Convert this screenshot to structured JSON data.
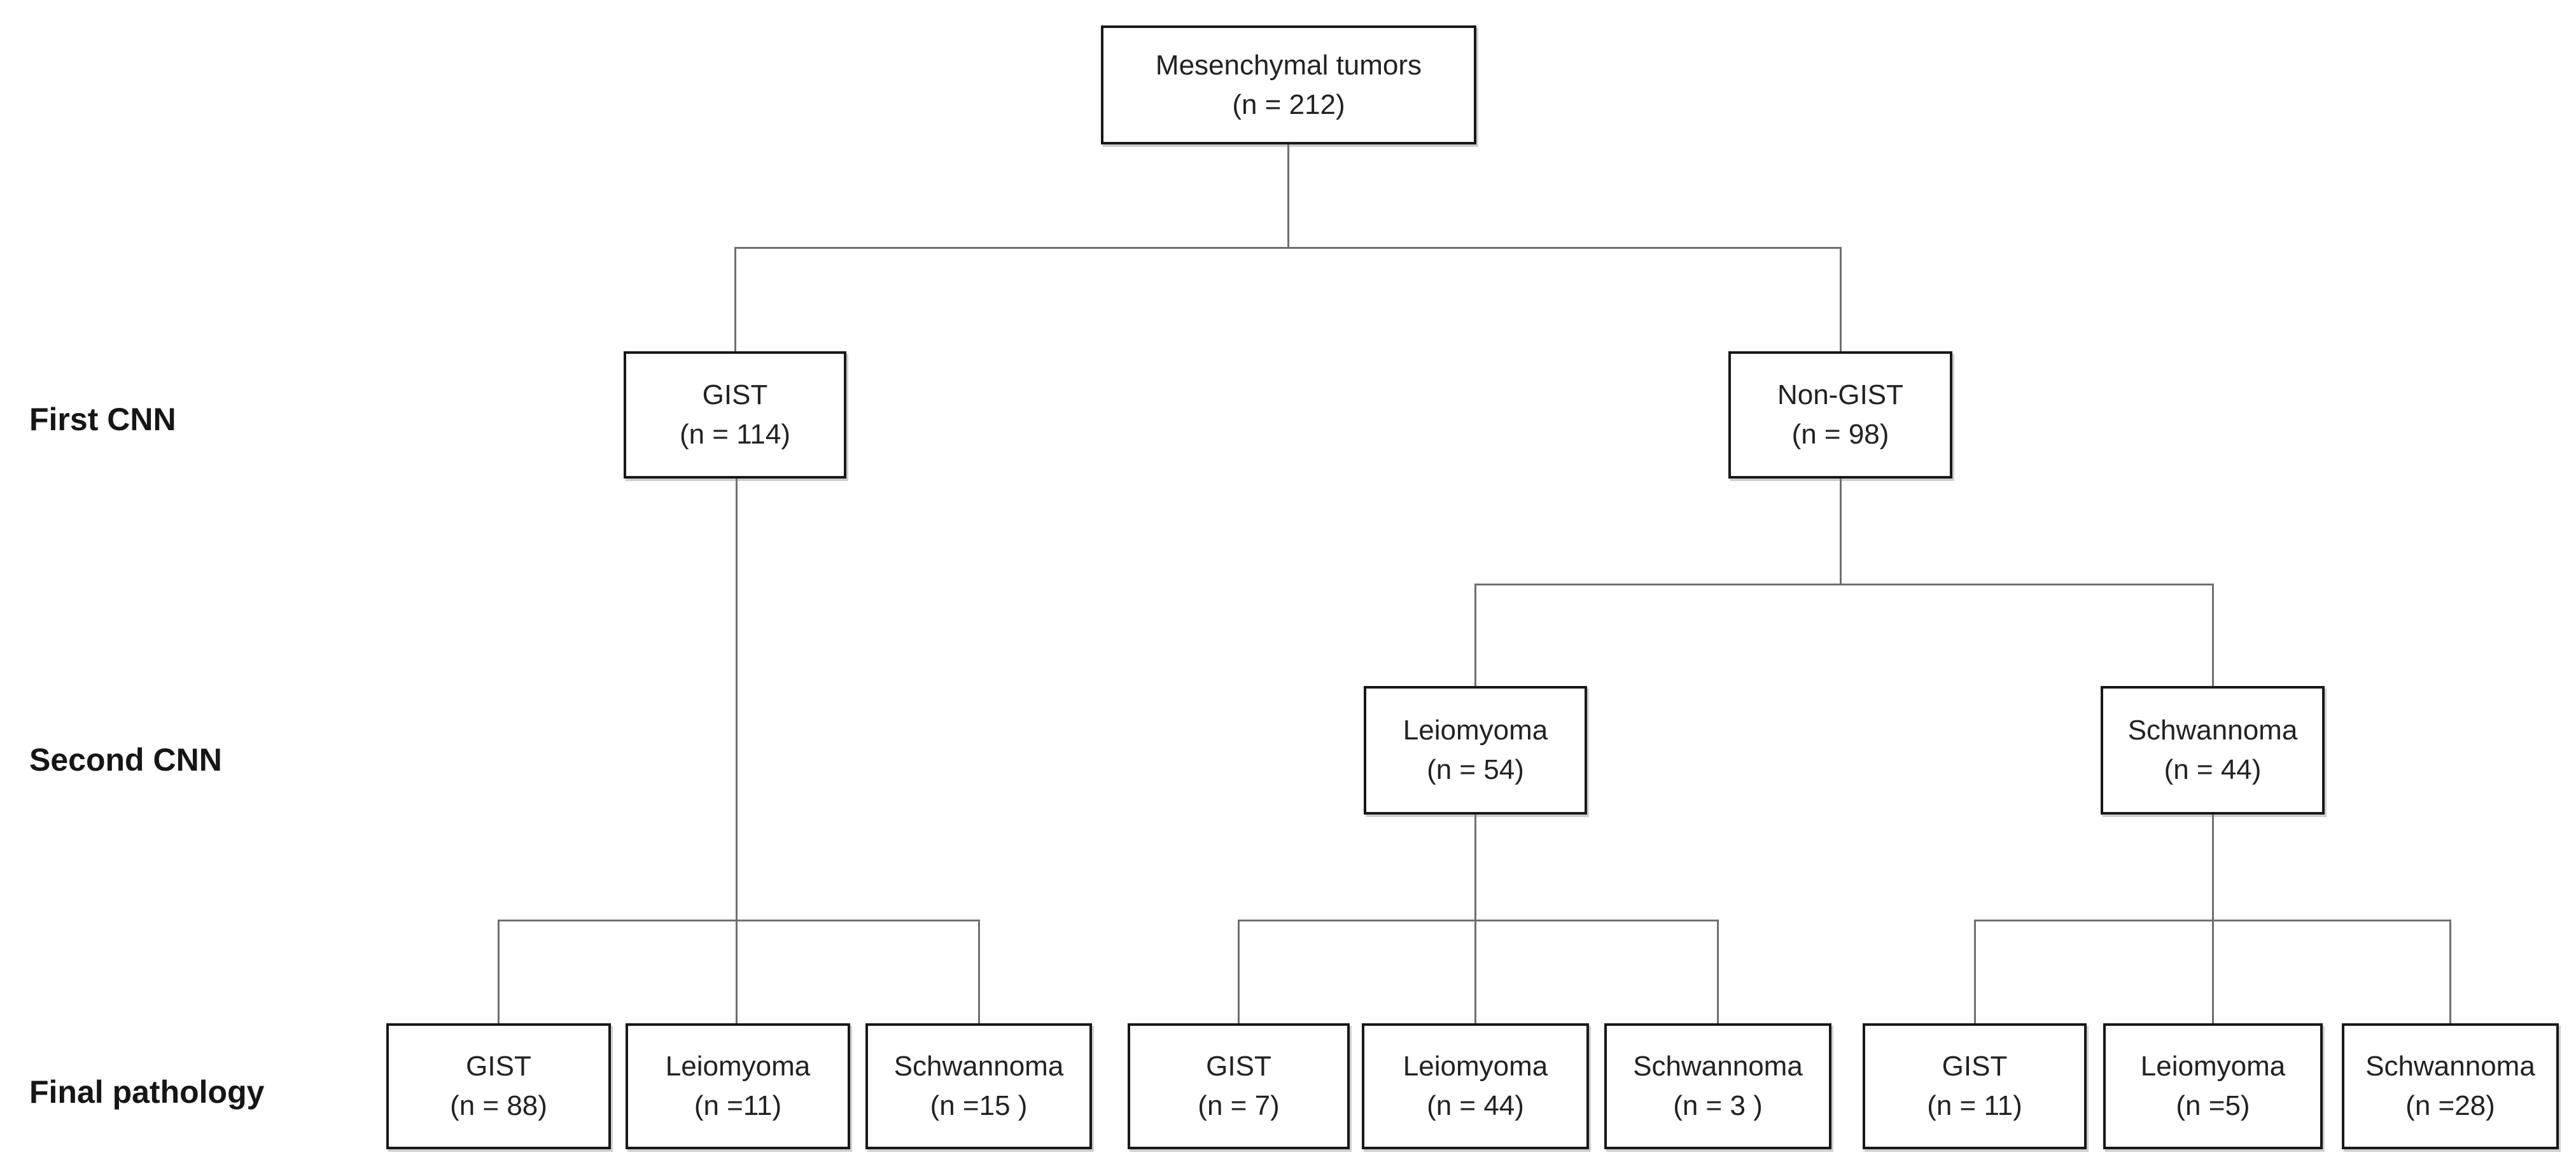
{
  "labels": {
    "first_cnn": "First CNN",
    "second_cnn": "Second CNN",
    "final_pathology": "Final pathology"
  },
  "nodes": {
    "root": {
      "name": "Mesenchymal tumors",
      "count": "(n = 212)"
    },
    "first_cnn": [
      {
        "name": "GIST",
        "count": "(n = 114)"
      },
      {
        "name": "Non-GIST",
        "count": "(n = 98)"
      }
    ],
    "second_cnn": [
      {
        "name": "Leiomyoma",
        "count": "(n = 54)"
      },
      {
        "name": "Schwannoma",
        "count": "(n = 44)"
      }
    ],
    "final_pathology": [
      {
        "name": "GIST",
        "count": "(n = 88)"
      },
      {
        "name": "Leiomyoma",
        "count": "(n =11)"
      },
      {
        "name": "Schwannoma",
        "count": "(n =15 )"
      },
      {
        "name": "GIST",
        "count": "(n = 7)"
      },
      {
        "name": "Leiomyoma",
        "count": "(n = 44)"
      },
      {
        "name": "Schwannoma",
        "count": "(n = 3 )"
      },
      {
        "name": "GIST",
        "count": "(n = 11)"
      },
      {
        "name": "Leiomyoma",
        "count": "(n =5)"
      },
      {
        "name": "Schwannoma",
        "count": "(n =28)"
      }
    ]
  }
}
